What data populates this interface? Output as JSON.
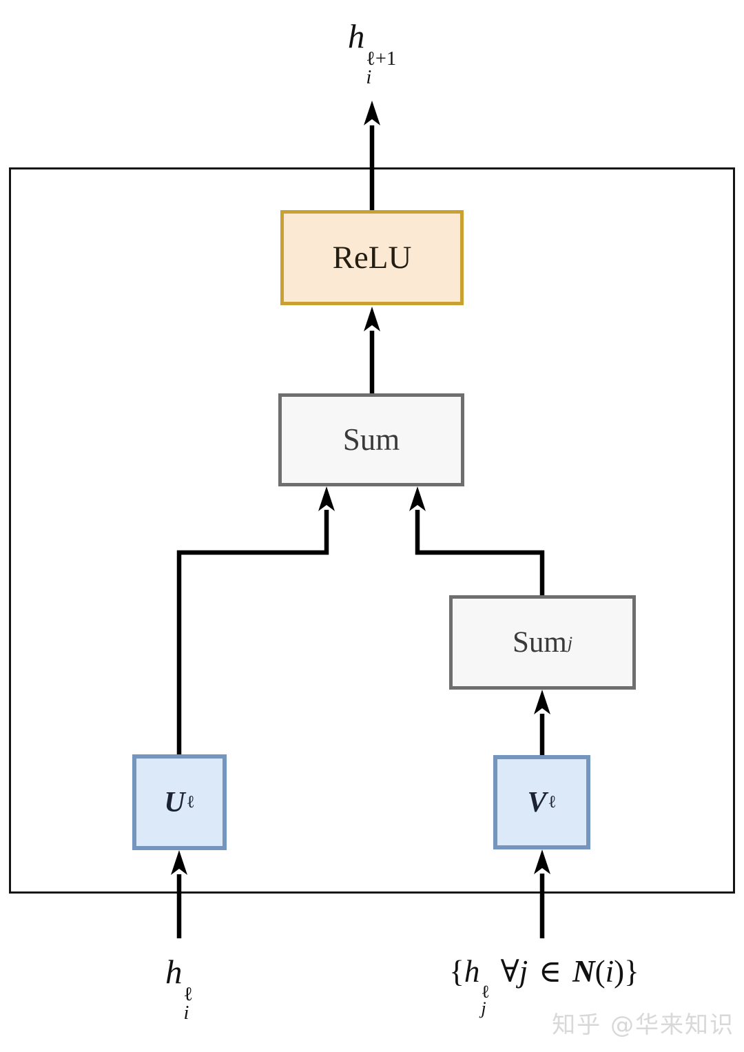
{
  "diagram": {
    "output_label": {
      "base": "h",
      "sup": "ℓ+1",
      "sub": "i"
    },
    "blocks": {
      "relu": {
        "label": "ReLU"
      },
      "sum": {
        "label": "Sum"
      },
      "sum_j": {
        "label": "Sum",
        "sub": "j"
      },
      "u": {
        "base": "U",
        "sup": "ℓ"
      },
      "v": {
        "base": "V",
        "sup": "ℓ"
      }
    },
    "input_left_label": {
      "base": "h",
      "sup": "ℓ",
      "sub": "i"
    },
    "input_right_label": {
      "open": "{",
      "base": "h",
      "sup": "ℓ",
      "sub": "j",
      "quantifier": "∀",
      "var_j": "j",
      "element_of": "∈",
      "set_symbol": "N",
      "paren_open": "(",
      "var_i": "i",
      "paren_close": ")",
      "close": "}"
    },
    "colors": {
      "relu_border": "#C9A132",
      "relu_fill": "#FCE9D3",
      "gray_border": "#6E6E6E",
      "gray_fill": "#F7F7F7",
      "blue_border": "#7495BD",
      "blue_fill": "#DCE9F8",
      "line": "#000000",
      "outer_border": "#141414",
      "gray_text": "#3A3A3A",
      "blue_text": "#1A2233",
      "watermark": "#D8D8D8"
    },
    "watermark": "知乎 @华来知识"
  }
}
